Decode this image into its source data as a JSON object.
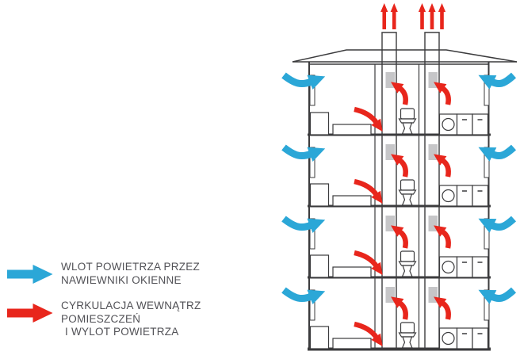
{
  "colors": {
    "inlet_blue": "#2BA7D7",
    "circulation_red": "#E8261C",
    "outline": "#3B3B3D",
    "grille_gray": "#C6C6C8",
    "text_gray": "#515156"
  },
  "legend": {
    "items": [
      {
        "icon": "blue-arrow",
        "lines": [
          "WLOT POWIETRZA PRZEZ",
          "NAWIEWNIKI OKIENNE"
        ]
      },
      {
        "icon": "red-arrow",
        "lines": [
          "CYRKULACJA WEWNĄTRZ",
          "POMIESZCZEŃ",
          "I WYLOT POWIETRZA"
        ]
      }
    ]
  },
  "diagram": {
    "description": "cross-section of 4-storey building with two natural ventilation stacks",
    "floors": 4,
    "stacks": [
      {
        "exhaust_arrows": 2
      },
      {
        "exhaust_arrows": 3
      }
    ]
  }
}
